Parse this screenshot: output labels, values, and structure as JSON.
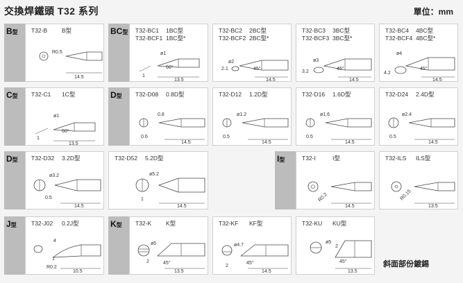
{
  "header": {
    "title": "交換焊鐵頭 T32 系列",
    "unit": "單位：mm"
  },
  "footer_note": "斜面部份鍍錫",
  "tags": {
    "B": "B",
    "BC": "BC",
    "C": "C",
    "D1": "D",
    "D2": "D",
    "I": "I",
    "J": "J",
    "K": "K",
    "suffix": "型"
  },
  "cells": {
    "b": {
      "model": "T32-B",
      "type": "B型",
      "dims": [
        "R0.5",
        "14.5"
      ]
    },
    "bc1": {
      "model": "T32-BC1\nT32-BCF1",
      "type": "1BC型\n1BC型*",
      "dims": [
        "ø1",
        "1",
        "60°",
        "13.5"
      ]
    },
    "bc2": {
      "model": "T32-BC2\nT32-BCF2",
      "type": "2BC型\n2BC型*",
      "dims": [
        "ø2",
        "2.1",
        "45°",
        "14.5"
      ]
    },
    "bc3": {
      "model": "T32-BC3\nT32-BCF3",
      "type": "3BC型\n3BC型*",
      "dims": [
        "ø3",
        "3.2",
        "45°",
        "14.5"
      ]
    },
    "bc4": {
      "model": "T32-BC4\nT32-BCF4",
      "type": "4BC型\n4BC型*",
      "dims": [
        "ø4",
        "4.2",
        "45°",
        "14.5"
      ]
    },
    "c1": {
      "model": "T32-C1",
      "type": "1C型",
      "dims": [
        "ø1",
        "1",
        "60°",
        "13.5"
      ]
    },
    "d08": {
      "model": "T32-D08",
      "type": "0.8D型",
      "dims": [
        "0.8",
        "0.6",
        "14.5"
      ]
    },
    "d12": {
      "model": "T32-D12",
      "type": "1.2D型",
      "dims": [
        "ø1.2",
        "0.5",
        "14.5"
      ]
    },
    "d16": {
      "model": "T32-D16",
      "type": "1.6D型",
      "dims": [
        "ø1.6",
        "0.5",
        "14.5"
      ]
    },
    "d24": {
      "model": "T32-D24",
      "type": "2.4D型",
      "dims": [
        "ø2.4",
        "0.5",
        "14.5"
      ]
    },
    "d32": {
      "model": "T32-D32",
      "type": "3.2D型",
      "dims": [
        "ø3.2",
        "0.5",
        "14.5"
      ]
    },
    "d52": {
      "model": "T32-D52",
      "type": "5.2D型",
      "dims": [
        "ø5.2",
        "1",
        "14.5"
      ]
    },
    "i": {
      "model": "T32-I",
      "type": "I型",
      "dims": [
        "R0.2",
        "14.5"
      ]
    },
    "ils": {
      "model": "T32-ILS",
      "type": "ILS型",
      "dims": [
        "R0.15",
        "13.5"
      ]
    },
    "j02": {
      "model": "T32-J02",
      "type": "0.2J型",
      "dims": [
        "4",
        "1",
        "R0.2",
        "10.5"
      ]
    },
    "k": {
      "model": "T32-K",
      "type": "K型",
      "dims": [
        "ø5",
        "2",
        "45°",
        "13.5"
      ]
    },
    "kf": {
      "model": "T32-KF",
      "type": "KF型",
      "dims": [
        "ø4.7",
        "2",
        "45°",
        "14.5"
      ]
    },
    "ku": {
      "model": "T32-KU",
      "type": "KU型",
      "dims": [
        "ø5",
        "2",
        "45°",
        "13.5"
      ]
    }
  }
}
